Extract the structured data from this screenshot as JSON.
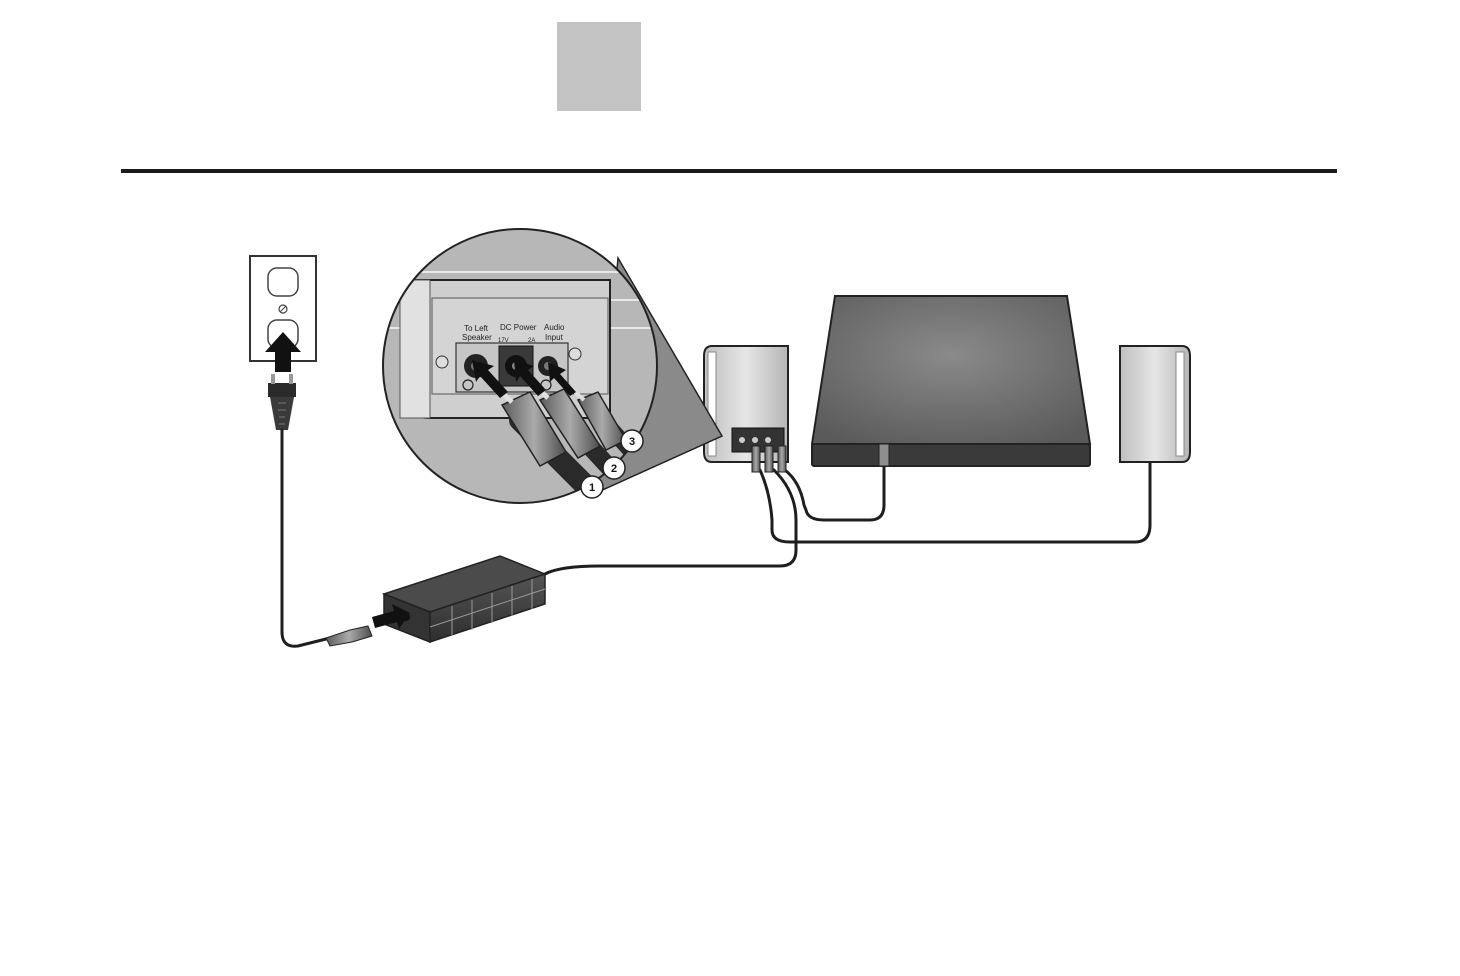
{
  "panel": {
    "to_left_speaker_line1": "To Left",
    "to_left_speaker_line2": "Speaker",
    "dc_power": "DC Power",
    "dc_rating_left": "17V",
    "dc_rating_right": "2A",
    "audio_input_line1": "Audio",
    "audio_input_line2": "Input"
  },
  "callouts": [
    "1",
    "2",
    "3"
  ],
  "colors": {
    "tab": "#c3c3c3",
    "rule": "#1a1a1a",
    "device": "#4a4a4a",
    "speaker": "#d0d0d0",
    "cable": "#1e1e1e"
  }
}
